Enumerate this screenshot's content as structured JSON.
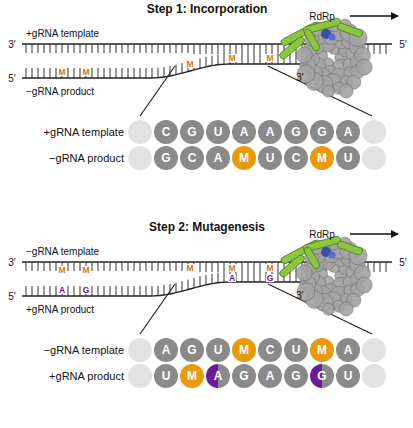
{
  "diagram": {
    "nodes": [
      {
        "text": [
          "C"
        ]
      },
      {
        "text": [
          "G"
        ]
      },
      {
        "text": [
          "U"
        ]
      },
      {
        "text": [
          "A"
        ]
      },
      {
        "text": [
          "A"
        ]
      },
      {
        "text": [
          "G"
        ]
      },
      {
        "text": [
          "G"
        ]
      },
      {
        "text": [
          "A"
        ]
      },
      {
        "text": [
          "G"
        ]
      },
      {
        "text": [
          "C"
        ]
      },
      {
        "text": [
          "A"
        ]
      },
      {
        "text": [
          "M"
        ]
      },
      {
        "text": [
          "U"
        ]
      },
      {
        "text": [
          "C"
        ]
      },
      {
        "text": [
          "M"
        ]
      },
      {
        "text": [
          "U"
        ]
      },
      {
        "text": [
          "A"
        ]
      },
      {
        "text": [
          "G"
        ]
      },
      {
        "text": [
          "U"
        ]
      },
      {
        "text": [
          "M"
        ]
      },
      {
        "text": [
          "C"
        ]
      },
      {
        "text": [
          "U"
        ]
      },
      {
        "text": [
          "M"
        ]
      },
      {
        "text": [
          "A"
        ]
      },
      {
        "text": [
          "U"
        ]
      },
      {
        "text": [
          "M"
        ]
      },
      {
        "text": [
          "A"
        ]
      },
      {
        "text": [
          "G"
        ]
      },
      {
        "text": [
          "A"
        ]
      },
      {
        "text": [
          "G"
        ]
      },
      {
        "text": [
          "G"
        ]
      },
      {
        "text": [
          "U"
        ]
      }
    ],
    "labels": [
      "Step 1: Incorporation",
      "RdRp",
      "+gRNA template",
      "3′",
      "5′",
      "5′",
      "−gRNA product",
      "3′",
      "M",
      "M",
      "M",
      "M",
      "M",
      "+gRNA template",
      "−gRNA product",
      "Step 2: Mutagenesis",
      "RdRp",
      "−gRNA template",
      "3′",
      "5′",
      "5′",
      "+gRNA product",
      "3′",
      "M",
      "M",
      "M",
      "M",
      "M",
      "A",
      "G",
      "A",
      "G",
      "−gRNA template",
      "+gRNA product"
    ]
  }
}
